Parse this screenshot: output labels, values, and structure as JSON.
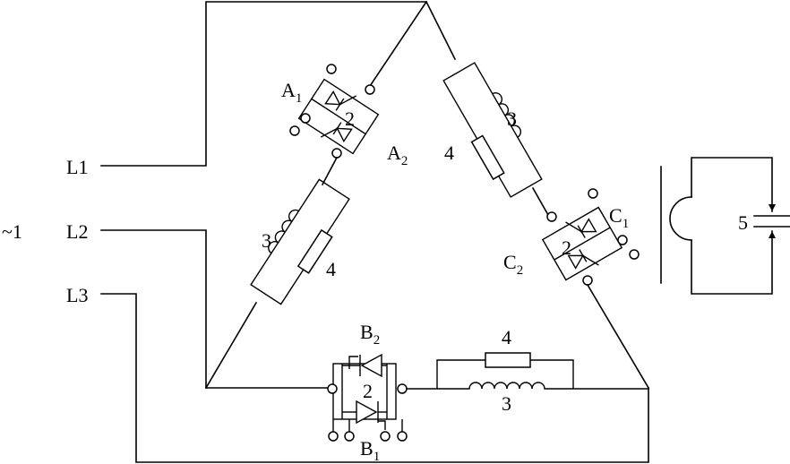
{
  "supply": {
    "symbol": "~1",
    "lines": [
      "L1",
      "L2",
      "L3"
    ]
  },
  "branch_a": {
    "thyristor_1": "A",
    "thyristor_1_sub": "1",
    "thyristor_2": "A",
    "thyristor_2_sub": "2",
    "unit_number": "2",
    "inductor_number": "3",
    "resistor_number": "4"
  },
  "branch_b": {
    "thyristor_1": "B",
    "thyristor_1_sub": "1",
    "thyristor_2": "B",
    "thyristor_2_sub": "2",
    "unit_number": "2",
    "inductor_number": "3",
    "resistor_number": "4"
  },
  "branch_c": {
    "thyristor_1": "C",
    "thyristor_1_sub": "1",
    "thyristor_2": "C",
    "thyristor_2_sub": "2",
    "unit_number": "2",
    "inductor_number": "3",
    "resistor_number": "4"
  },
  "capacitor_number": "5"
}
